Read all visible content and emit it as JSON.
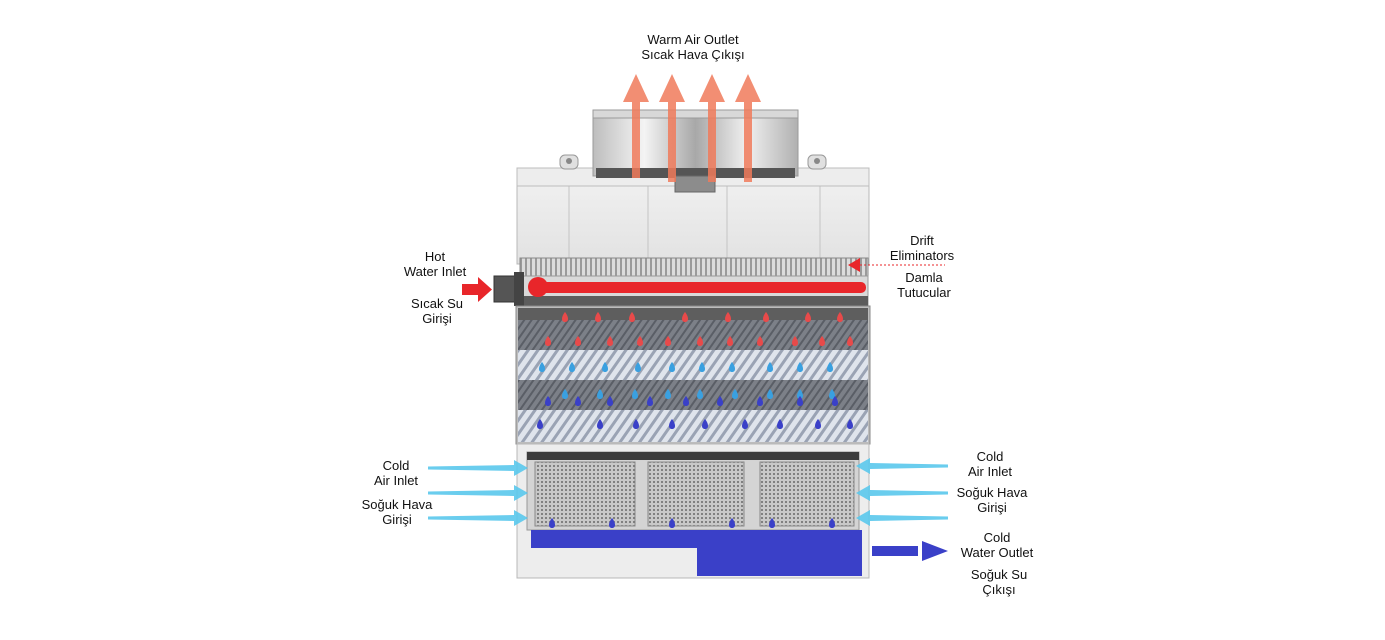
{
  "labels": {
    "warm_air_outlet": [
      "Warm Air Outlet",
      "Sıcak Hava Çıkışı"
    ],
    "drift_eliminators": [
      "Drift",
      "Eliminators"
    ],
    "drift_eliminators_tr": [
      "Damla",
      "Tutucular"
    ],
    "hot_water_inlet": [
      "Hot",
      "Water Inlet"
    ],
    "hot_water_inlet_tr": [
      "Sıcak Su",
      "Girişi"
    ],
    "cold_air_inlet_left": [
      "Cold",
      "Air Inlet"
    ],
    "cold_air_inlet_left_tr": [
      "Soğuk Hava",
      "Girişi"
    ],
    "cold_air_inlet_right": [
      "Cold",
      "Air Inlet"
    ],
    "cold_air_inlet_right_tr": [
      "Soğuk Hava",
      "Girişi"
    ],
    "cold_water_outlet": [
      "Cold",
      "Water Outlet"
    ],
    "cold_water_outlet_tr": [
      "Soğuk Su",
      "Çıkışı"
    ]
  },
  "colors": {
    "warm_air": "#f07a5a",
    "hot_water": "#e8262a",
    "warm_drop": "#e84a4a",
    "cool_drop": "#3aa0e0",
    "cold_drop": "#3a40c8",
    "cold_air": "#5ac8ec",
    "cold_water": "#3a40c8",
    "casing": "#e6e6e6",
    "fill_dark": "#8a8f96",
    "fill_light": "#c9d0da"
  }
}
